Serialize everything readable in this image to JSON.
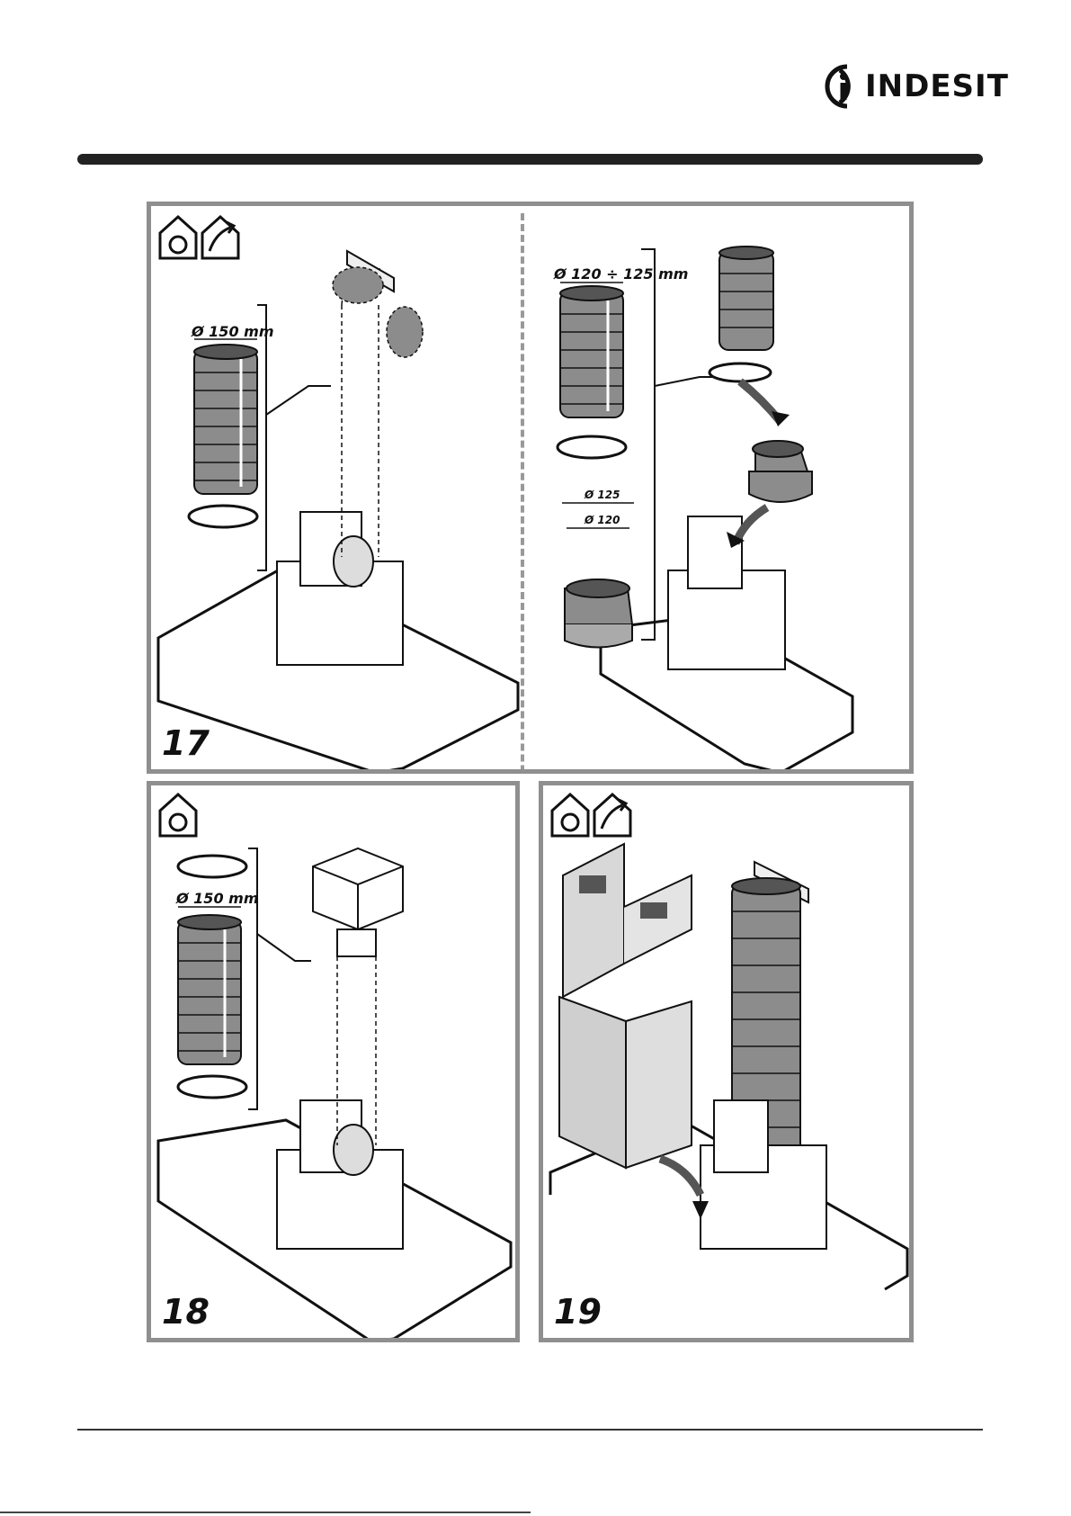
{
  "brand": {
    "name": "INDESIT"
  },
  "figures": [
    {
      "number": "17",
      "dims_left": [
        "Ø 150 mm"
      ],
      "dims_right": [
        "Ø 120 ÷ 125 mm",
        "Ø 125",
        "Ø 120"
      ]
    },
    {
      "number": "18",
      "dims": [
        "Ø 150 mm"
      ]
    },
    {
      "number": "19"
    }
  ],
  "colors": {
    "panel_border": "#8f8f8f",
    "duct_fill": "#8c8c8c",
    "rule": "#222222"
  }
}
